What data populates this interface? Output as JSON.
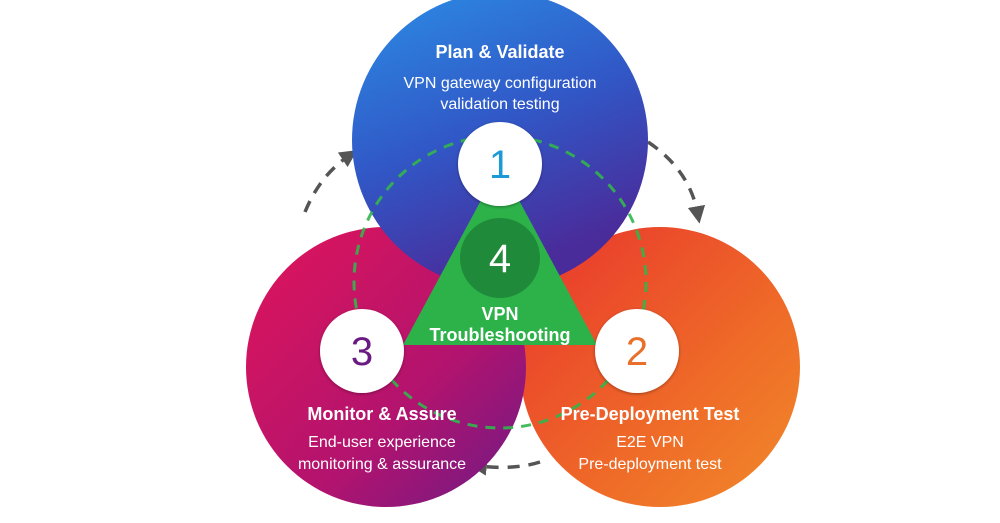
{
  "stages": [
    {
      "number": "1",
      "title": "Plan & Validate",
      "desc_line1": "VPN gateway configuration",
      "desc_line2": "validation testing",
      "color": "#2a86e8",
      "number_color": "#1d9ad6"
    },
    {
      "number": "2",
      "title": "Pre-Deployment Test",
      "desc_line1": "E2E VPN",
      "desc_line2": "Pre-deployment test",
      "color": "#ee5a25",
      "number_color": "#e8702a"
    },
    {
      "number": "3",
      "title": "Monitor & Assure",
      "desc_line1": "End-user experience",
      "desc_line2": "monitoring & assurance",
      "color": "#c8155f",
      "number_color": "#6a1a82"
    }
  ],
  "core": {
    "number": "4",
    "label_line1": "VPN",
    "label_line2": "Troubleshooting",
    "color": "#2db24a",
    "badge_color": "#1f8a39"
  },
  "colors": {
    "cycle_arrow": "#555555",
    "dashed_ring": "#33b54d"
  }
}
